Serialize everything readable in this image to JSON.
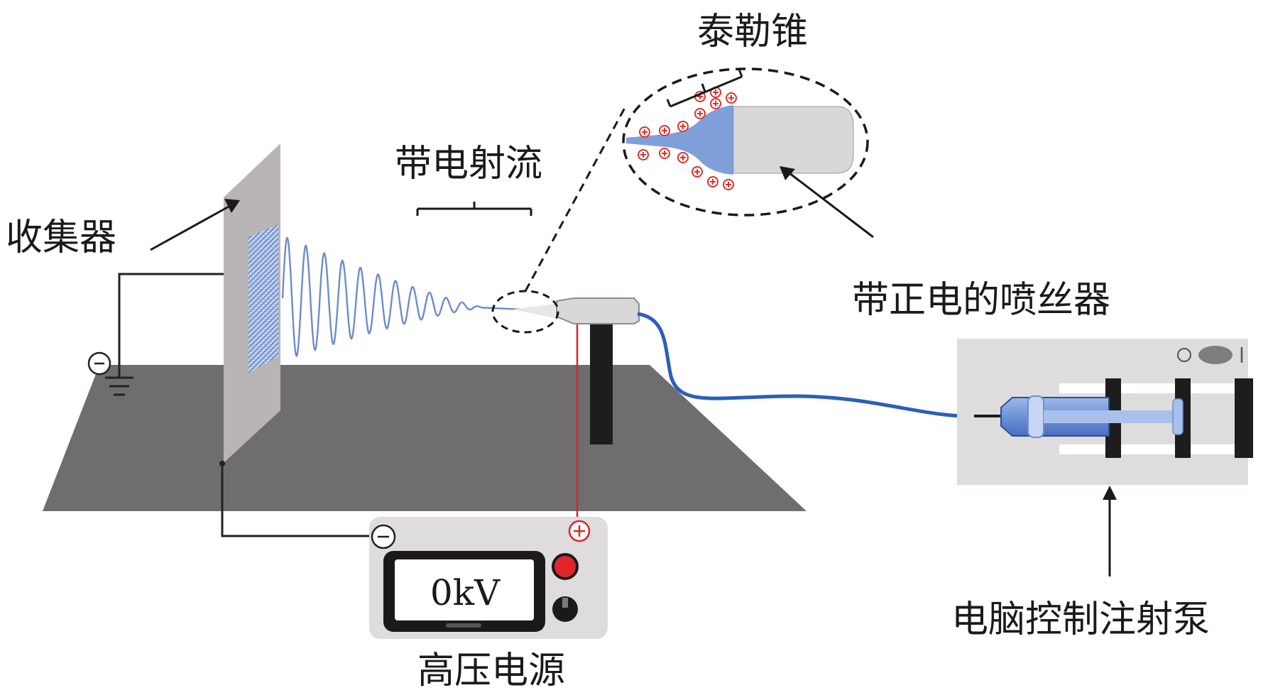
{
  "labels": {
    "taylor_cone": "泰勒锥",
    "charged_jet": "带电射流",
    "collector": "收集器",
    "positive_spinneret": "带正电的喷丝器",
    "syringe_pump": "电脑控制注射泵",
    "hv_supply": "高压电源"
  },
  "display": {
    "voltage": "0kV"
  },
  "symbols": {
    "plus": "⊕",
    "minus": "⊖",
    "ground": "⊖"
  },
  "colors": {
    "table": "#6f6d6e",
    "collector": "#b9b4b6",
    "fiber": "#6d8ccc",
    "cone_fill": "#7f9fd9",
    "needle": "#d9d7d8",
    "tube": "#2b5fb8",
    "pump_base": "#dedcdd",
    "charge": "#d8342f",
    "red_wire": "#d7262b",
    "power_knob_red": "#e0262b"
  }
}
